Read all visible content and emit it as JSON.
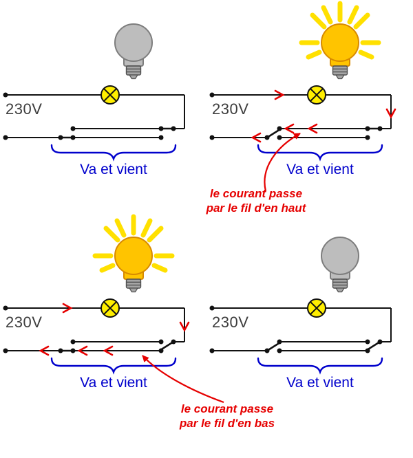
{
  "colors": {
    "wire": "#111111",
    "blue": "#0000cc",
    "red": "#e60000",
    "lamp_fill": "#ffee00",
    "globe_off": "#bdbdbd",
    "globe_off_stroke": "#7d7d7d",
    "globe_on": "#ffc400",
    "globe_on_stroke": "#d78a00",
    "ray": "#ffe000",
    "metal": "#a6a6a6",
    "metal_dark": "#4f4f4f",
    "voltage_text": "#3d3d3d"
  },
  "icons": {
    "lamp_symbol": "circle-with-x",
    "bulb_off": "gray-light-bulb",
    "bulb_on": "glowing-light-bulb-with-rays",
    "current_arrow": "red-chevron",
    "brace": "blue-underbrace"
  },
  "circuits": {
    "top_left": {
      "voltage": "230V",
      "label": "Va et vient",
      "bulb_state": "off"
    },
    "top_right": {
      "voltage": "230V",
      "label": "Va et vient",
      "bulb_state": "on",
      "annotation": {
        "line1": "le courant passe",
        "line2": "par le fil d'en haut"
      }
    },
    "bottom_left": {
      "voltage": "230V",
      "label": "Va et vient",
      "bulb_state": "on",
      "annotation": {
        "line1": "le courant passe",
        "line2": "par le fil d'en bas"
      }
    },
    "bottom_right": {
      "voltage": "230V",
      "label": "Va et vient",
      "bulb_state": "off"
    }
  }
}
